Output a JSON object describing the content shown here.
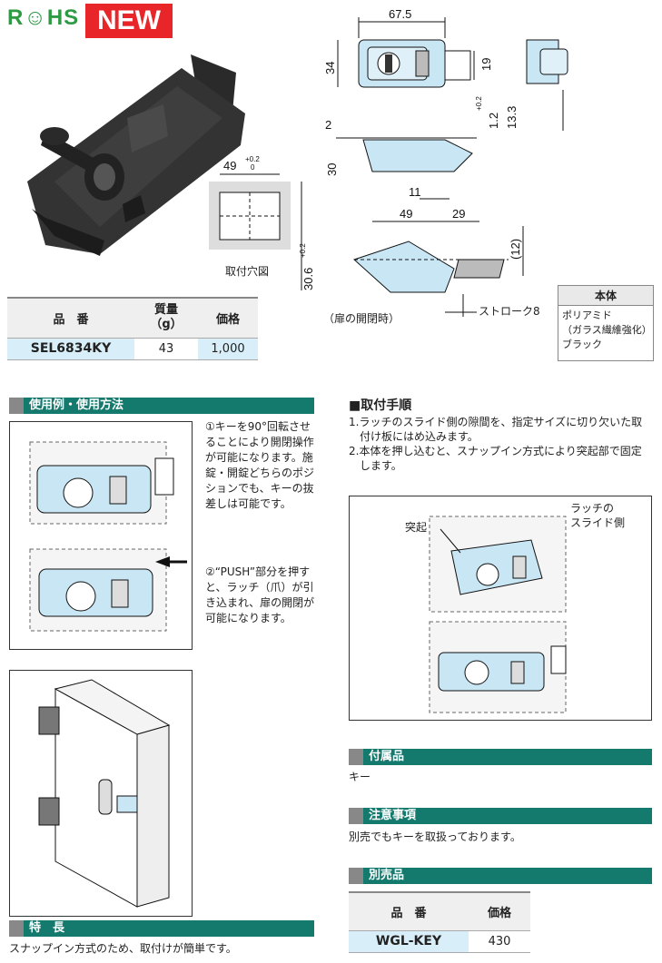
{
  "badges": {
    "rohs": "R☺HS",
    "new": "NEW"
  },
  "hole_figure": {
    "dim_width": "49",
    "tol_width": "+0.2\n0",
    "dim_height": "30.6",
    "tol_height": "+0.2\n0",
    "caption": "取付穴図"
  },
  "drawing": {
    "dim_top": "67.5",
    "dim_34": "34",
    "dim_19": "19",
    "dim_2": "2",
    "dim_30": "30",
    "dim_12": "1.2",
    "tol_12": "+0.2\n0",
    "dim_133": "13.3",
    "dim_11": "11",
    "dim_49": "49",
    "dim_29": "29",
    "dim_12p": "(12)",
    "stroke": "ストローク8",
    "open_caption": "（扉の開閉時）"
  },
  "material": {
    "header": "本体",
    "lines": [
      "ポリアミド",
      "（ガラス繊維強化）",
      "ブラック"
    ]
  },
  "spec_table": {
    "headers": [
      "品　番",
      "質量\n（g）",
      "価格"
    ],
    "rows": [
      {
        "code": "SEL6834KY",
        "mass": "43",
        "price": "1,000"
      }
    ]
  },
  "sections": {
    "usage": "使用例・使用方法",
    "install": "■取付手順",
    "accessory": "付属品",
    "caution": "注意事項",
    "separate": "別売品",
    "features": "特　長"
  },
  "usage_notes": [
    "①キーを90°回転させることにより開閉操作が可能になります。施錠・開錠どちらのポジションでも、キーの抜差しは可能です。",
    "②“PUSH”部分を押すと、ラッチ（爪）が引き込まれ、扉の開閉が可能になります。"
  ],
  "install_steps": [
    "1.ラッチのスライド側の隙間を、指定サイズに切り欠いた取付け板にはめ込みます。",
    "2.本体を押し込むと、スナップイン方式により突起部で固定します。"
  ],
  "install_labels": {
    "protrusion": "突起",
    "slide_side": "ラッチの\nスライド側"
  },
  "accessory_text": "キー",
  "caution_text": "別売でもキーを取扱っております。",
  "separate_table": {
    "headers": [
      "品　番",
      "価格"
    ],
    "rows": [
      {
        "code": "WGL-KEY",
        "price": "430"
      }
    ]
  },
  "features_text": "スナップイン方式のため、取付けが簡単です。",
  "colors": {
    "section": "#147a6e",
    "highlight": "#d8eef8",
    "new": "#e8262a",
    "rohs": "#2e9a44"
  }
}
